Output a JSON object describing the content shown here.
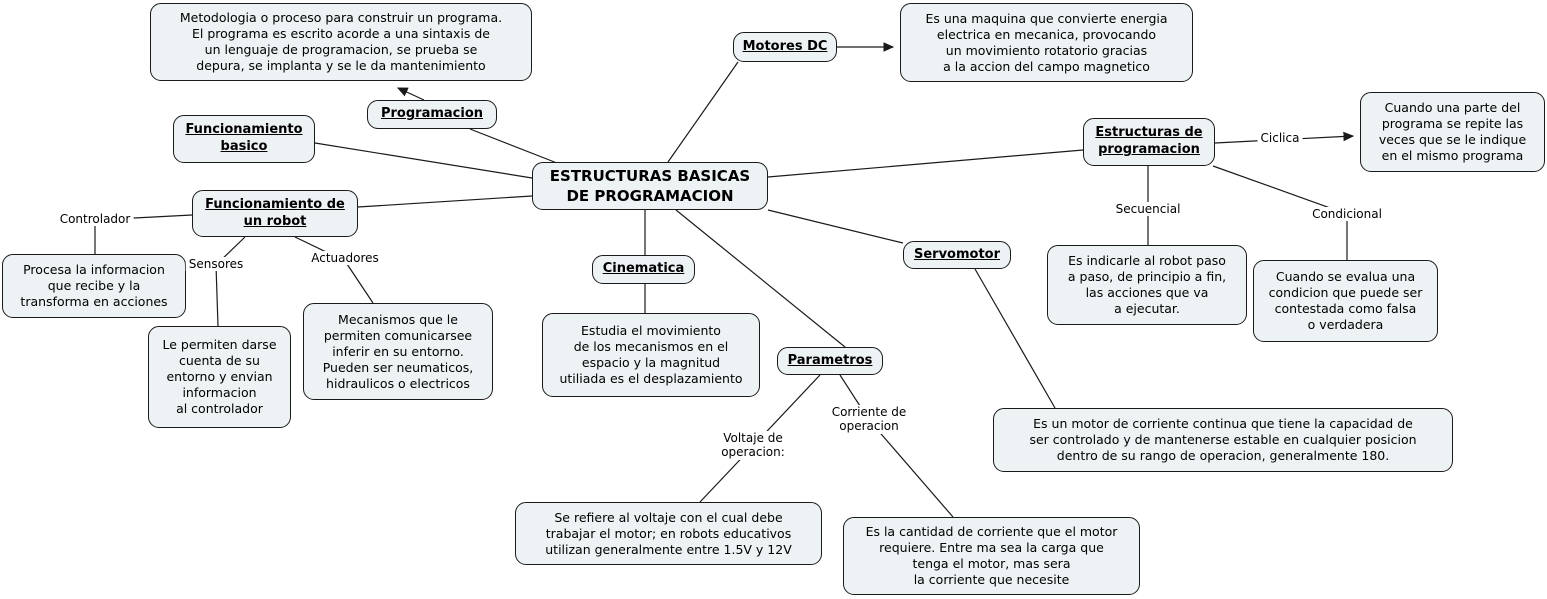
{
  "colors": {
    "background": "#ffffff",
    "node_fill": "#edf2f4",
    "node_border": "#1a1a1a",
    "connector": "#1a1a1a",
    "text": "#000000"
  },
  "nodes": {
    "center": {
      "label": "ESTRUCTURAS BASICAS\nDE PROGRAMACION"
    },
    "programacion": {
      "label": "Programacion"
    },
    "funcionamiento_basico": {
      "label": "Funcionamiento\nbasico"
    },
    "funcionamiento_robot": {
      "label": "Funcionamiento de\nun robot"
    },
    "motores_dc": {
      "label": "Motores DC"
    },
    "estructuras_programacion": {
      "label": "Estructuras de\nprogramacion"
    },
    "cinematica": {
      "label": "Cinematica"
    },
    "servomotor": {
      "label": "Servomotor"
    },
    "parametros": {
      "label": "Parametros"
    }
  },
  "descriptions": {
    "metodologia": "Metodologia o proceso para construir un programa.\nEl programa es escrito acorde a una sintaxis de\nun lenguaje de programacion, se prueba se\ndepura, se implanta y se le da mantenimiento",
    "maquina": "Es una maquina que convierte energia\nelectrica en mecanica, provocando\nun movimiento rotatorio gracias\na la accion del campo magnetico",
    "ciclica": "Cuando una parte del\nprograma se repite las\nveces que se le indique\nen el mismo programa",
    "secuencial": "Es indicarle al robot paso\na paso, de principio a fin,\nlas acciones que va\na ejecutar.",
    "condicional": "Cuando se evalua una\ncondicion que puede ser\ncontestada como falsa\no verdadera",
    "controlador": "Procesa la informacion\nque recibe y la\ntransforma en acciones",
    "sensores": "Le permiten darse\ncuenta de su\nentorno y envian\ninformacion\nal controlador",
    "actuadores": "Mecanismos que le\npermiten comunicarsee\ninferir en su entorno.\nPueden ser neumaticos,\nhidraulicos o electricos",
    "cinematica": "Estudia el movimiento\nde los mecanismos en el\nespacio y la magnitud\nutiliada es el desplazamiento",
    "servomotor": "Es un motor de corriente continua que tiene la capacidad de\nser controlado y de mantenerse estable en cualquier posicion\ndentro de su rango de operacion, generalmente 180.",
    "voltaje": "Se refiere al voltaje con el cual debe\ntrabajar el motor; en robots educativos\nutilizan generalmente entre 1.5V y 12V",
    "corriente": "Es la cantidad de corriente que el motor\nrequiere. Entre ma sea la carga que\ntenga el motor, mas sera\nla corriente que necesite"
  },
  "link_labels": {
    "controlador": "Controlador",
    "sensores": "Sensores",
    "actuadores": "Actuadores",
    "ciclica": "Ciclica",
    "secuencial": "Secuencial",
    "condicional": "Condicional",
    "voltaje": "Voltaje de\noperacion:",
    "corriente": "Corriente de\noperacion"
  }
}
